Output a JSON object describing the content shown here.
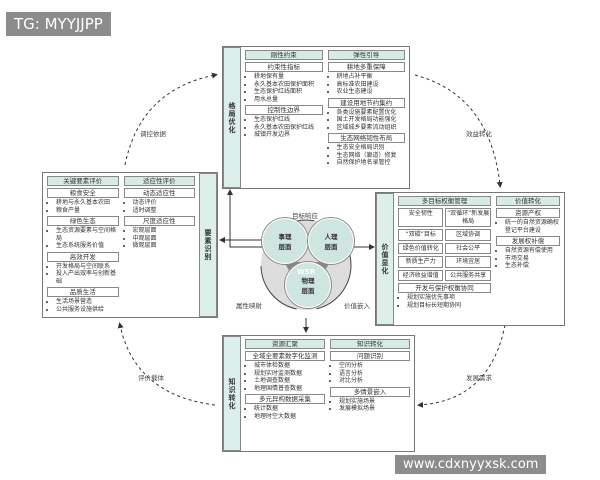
{
  "watermarks": {
    "top": "TG: MYYJJPP",
    "bottom": "www.cdxnyyxsk.com"
  },
  "cycle_labels": {
    "top_left": "调控依据",
    "top_right": "效益转化",
    "bottom_left": "评价载体",
    "bottom_right": "发展需求"
  },
  "center": {
    "core": "WSR",
    "circles": [
      "事理\n层面",
      "人理\n层面",
      "物理\n层面"
    ],
    "labels": {
      "top": "目标响应",
      "left": "属性映射",
      "right": "价值嵌入"
    }
  },
  "panels": [
    {
      "id": "top",
      "side": "格局优化",
      "cols": [
        {
          "header": "刚性约束",
          "sections": [
            {
              "title": "约束性指标",
              "items": [
                "耕地保有量",
                "永久基本农田保护面积",
                "生态保护红线面积",
                "用水总量"
              ]
            },
            {
              "title": "控制性边界",
              "items": [
                "生态保护红线",
                "永久基本农田保护红线",
                "城镇开发边界"
              ]
            }
          ]
        },
        {
          "header": "弹性引导",
          "sections": [
            {
              "title": "耕地多重保障",
              "items": [
                "耕地占补平衡",
                "高标准农田建设",
                "农业生态建设"
              ]
            },
            {
              "title": "建设用地节约集约",
              "items": [
                "各类设施要素配置优化",
                "国土开发格局功能强化",
                "区域城乡要素流动组织"
              ]
            },
            {
              "title": "生态网络韧性布局",
              "items": [
                "生态安全格局识别",
                "生态网络（廊道）修复",
                "自然保护地名录管控"
              ]
            }
          ]
        }
      ]
    },
    {
      "id": "left",
      "side": "要素识别",
      "cols": [
        {
          "header": "关键要素评价",
          "sections": [
            {
              "title": "粮食安全",
              "items": [
                "耕地与永久基本农田",
                "粮食产量"
              ]
            },
            {
              "title": "绿色生态",
              "items": [
                "生态资源要素与空间格局",
                "生态系统服务价值"
              ]
            },
            {
              "title": "高效开发",
              "items": [
                "开发格局与空间联系",
                "投入产出效率与创新基础"
              ]
            },
            {
              "title": "品质生活",
              "items": [
                "生活场景营造",
                "公共服务设施供给"
              ]
            }
          ]
        },
        {
          "header": "适应性评价",
          "sections": [
            {
              "title": "动态适应性",
              "items": [
                "动态评价",
                "适时调整"
              ]
            },
            {
              "title": "尺度适应性",
              "items": [
                "宏观层面",
                "中观层面",
                "微观层面"
              ]
            }
          ]
        }
      ]
    },
    {
      "id": "right",
      "side": "价值显化",
      "cols": [
        {
          "header": "多目标权衡管理",
          "grid": [
            "安全韧性",
            "“双循环”新发展格局",
            "“双碳”目标",
            "区域协调",
            "绿色价值转化",
            "社会公平",
            "新质生产力",
            "环境宜居",
            "经济收益增值",
            "公共服务共享"
          ],
          "sections": [
            {
              "title": "开发与保护权衡协同",
              "items": [
                "规划实施优先事项",
                "规划目标长短期协同"
              ]
            }
          ]
        },
        {
          "header": "价值转化",
          "sections": [
            {
              "title": "资源产权",
              "items": [
                "统一的自然资源确权登记平台建设"
              ]
            },
            {
              "title": "发展权补偿",
              "items": [
                "自然资源有偿使用",
                "市场交易",
                "生态补偿"
              ]
            }
          ]
        }
      ]
    },
    {
      "id": "bottom",
      "side": "知识转化",
      "cols": [
        {
          "header": "资源汇聚",
          "sections": [
            {
              "title": "全域全要素数字化监测",
              "items": [
                "城市体检数据",
                "规划实时监测数据",
                "土地调查数据",
                "地理国情普查数据"
              ]
            },
            {
              "title": "多元异构数据采集",
              "items": [
                "统计数据",
                "地理时空大数据"
              ]
            }
          ]
        },
        {
          "header": "知识转化",
          "sections": [
            {
              "title": "问题识别",
              "items": [
                "空间分析",
                "语言分析",
                "对比分析"
              ]
            },
            {
              "title": "多情景嵌入",
              "items": [
                "规划实施场景",
                "发展模拟场景"
              ]
            }
          ]
        }
      ]
    }
  ]
}
